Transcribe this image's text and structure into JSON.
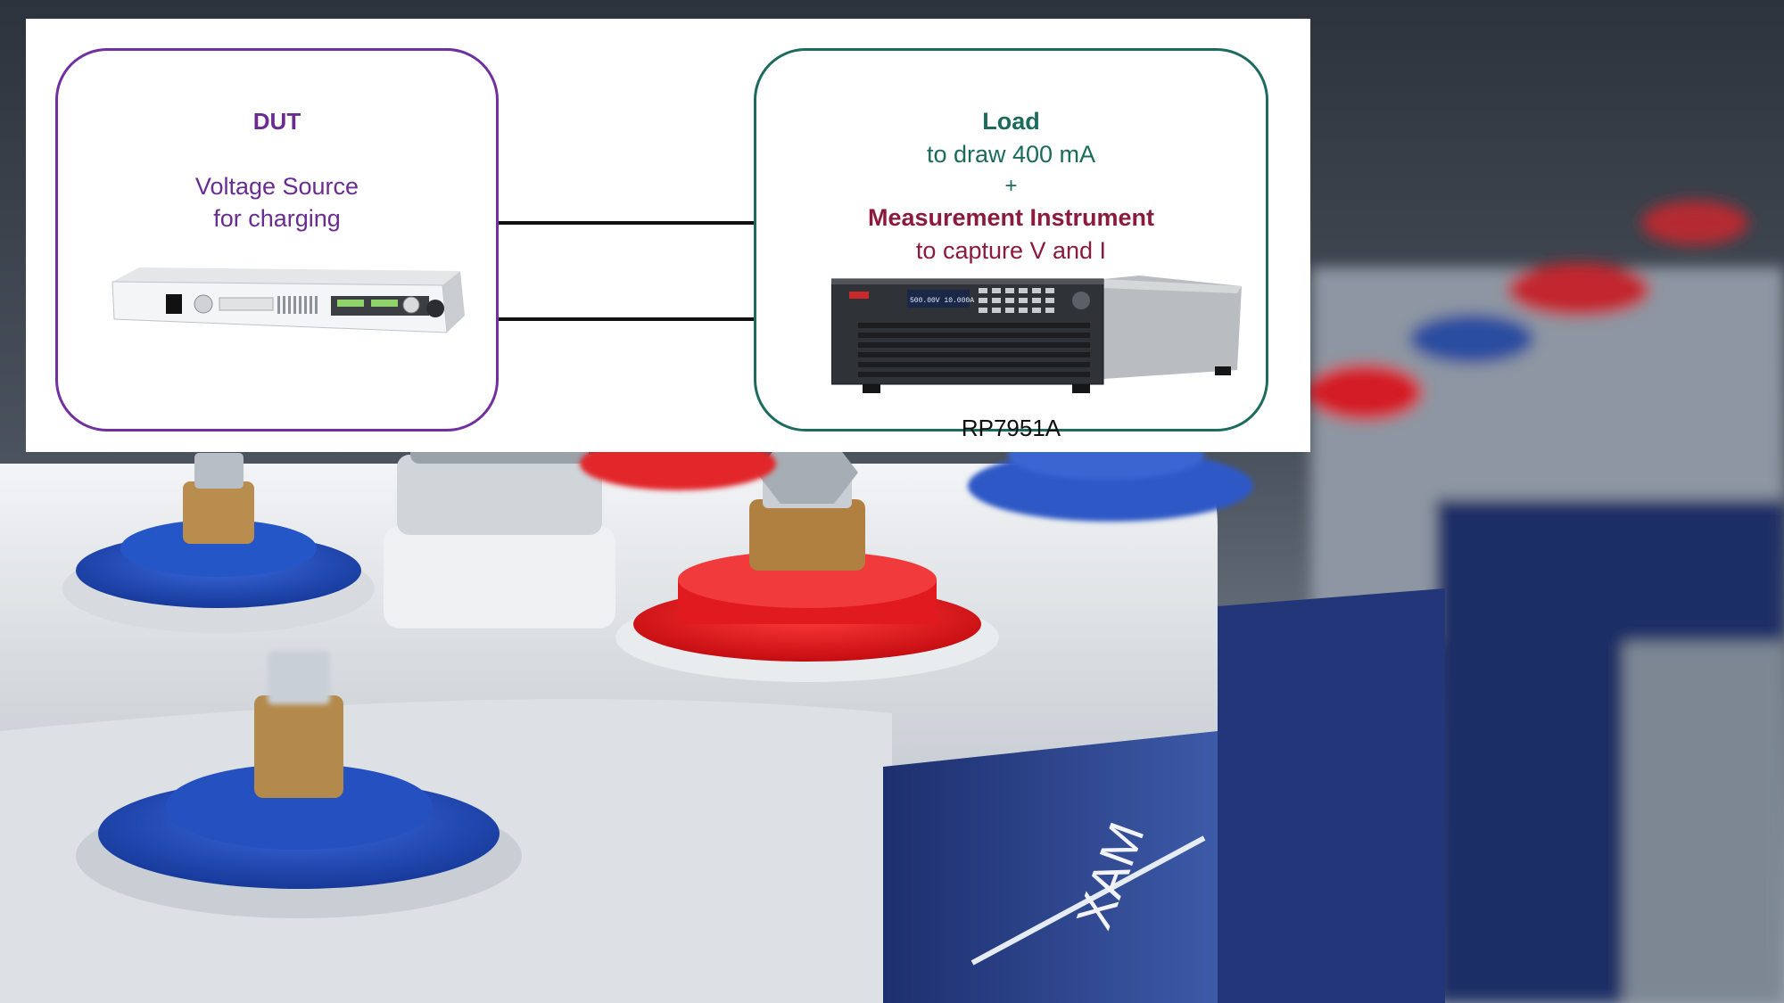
{
  "dut": {
    "title": "DUT",
    "line1": "Voltage Source",
    "line2": "for charging"
  },
  "load": {
    "title": "Load",
    "subtitle": "to draw 400 mA",
    "plus": "+",
    "measurement_title": "Measurement Instrument",
    "measurement_subtitle": "to capture V and I",
    "model": "RP7951A",
    "display_text": "500.00V 10.000A"
  },
  "background": {
    "battery_label": "XAM"
  },
  "colors": {
    "dut_accent": "#7030a0",
    "load_accent": "#1a6b5b",
    "measurement_accent": "#8b1a3c",
    "terminal_red": "#e3161b",
    "terminal_blue": "#1f4fb8"
  }
}
